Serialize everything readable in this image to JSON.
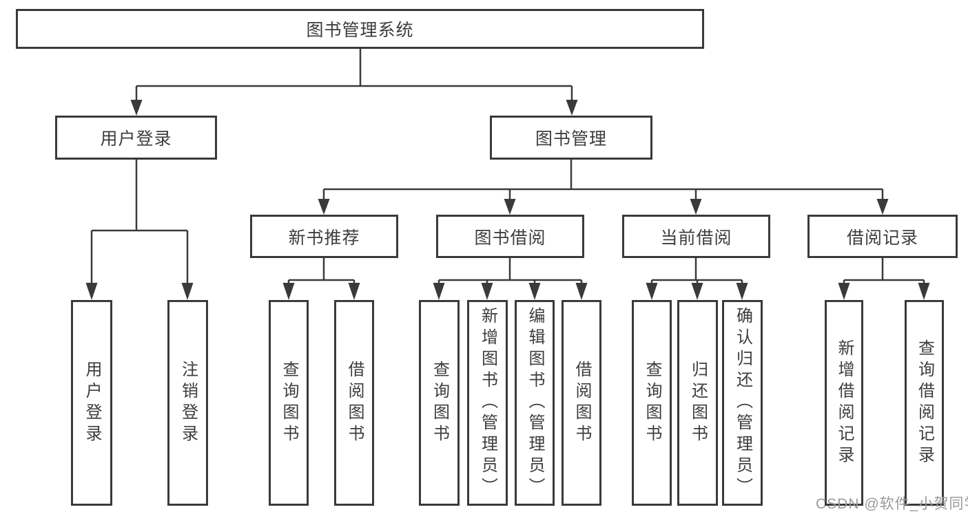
{
  "diagram": {
    "root": {
      "label": "图书管理系统"
    },
    "user_login": {
      "label": "用户登录",
      "children": [
        {
          "label": "用户登录"
        },
        {
          "label": "注销登录"
        }
      ]
    },
    "book_mgmt": {
      "label": "图书管理",
      "new_books": {
        "label": "新书推荐",
        "children": [
          {
            "label": "查询图书"
          },
          {
            "label": "借阅图书"
          }
        ]
      },
      "book_borrow": {
        "label": "图书借阅",
        "children": [
          {
            "label": "查询图书"
          },
          {
            "label": "新增图书（管理员）"
          },
          {
            "label": "编辑图书（管理员）"
          },
          {
            "label": "借阅图书"
          }
        ]
      },
      "current_borrow": {
        "label": "当前借阅",
        "children": [
          {
            "label": "查询图书"
          },
          {
            "label": "归还图书"
          },
          {
            "label": "确认归还（管理员）"
          }
        ]
      },
      "borrow_records": {
        "label": "借阅记录",
        "children": [
          {
            "label": "新增借阅记录"
          },
          {
            "label": "查询借阅记录"
          }
        ]
      }
    }
  },
  "watermark": {
    "text": "CSDN @软件_小贺同学"
  },
  "colors": {
    "line": "#3a3a3a",
    "box_border": "#3a3a3a",
    "text": "#3d3d3d",
    "watermark": "#999999",
    "background": "#ffffff"
  }
}
